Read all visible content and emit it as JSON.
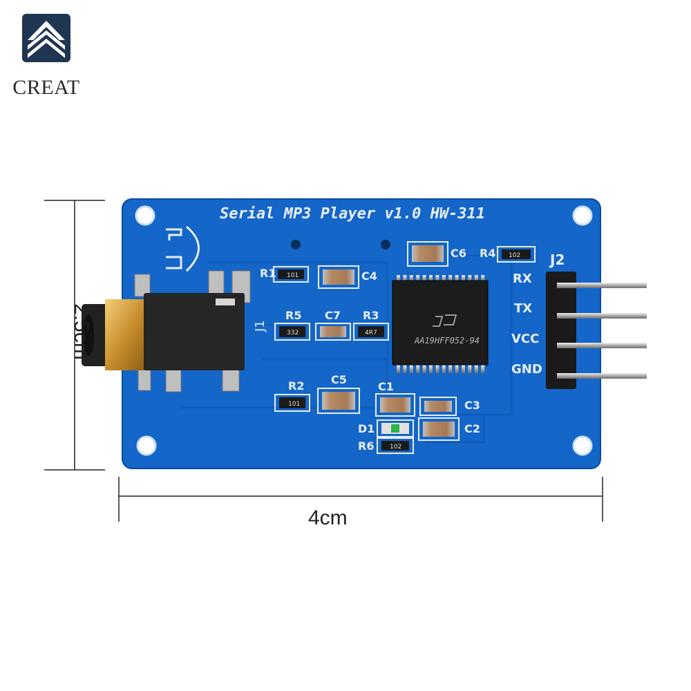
{
  "brand": {
    "name": "CREAT"
  },
  "board": {
    "title": "Serial  MP3  Player  v1.0  HW-311",
    "chip_text": "AA19HFF052-94",
    "connector_label": "J2",
    "jack_label": "J1",
    "pins": [
      "RX",
      "TX",
      "VCC",
      "GND"
    ],
    "components": [
      {
        "label": "R1",
        "code": "101"
      },
      {
        "label": "C4"
      },
      {
        "label": "C6"
      },
      {
        "label": "R4",
        "code": "102"
      },
      {
        "label": "R5",
        "code": "332"
      },
      {
        "label": "C7"
      },
      {
        "label": "R3",
        "code": "4R7"
      },
      {
        "label": "R2",
        "code": "101"
      },
      {
        "label": "C5"
      },
      {
        "label": "C1"
      },
      {
        "label": "C3"
      },
      {
        "label": "C2"
      },
      {
        "label": "D1"
      },
      {
        "label": "R6",
        "code": "102"
      }
    ]
  },
  "dimensions": {
    "width": "4cm",
    "height": "2.5cm"
  },
  "colors": {
    "pcb": "#1466c8",
    "silkscreen": "#e8eef8",
    "accent": "#0b4fa8"
  }
}
